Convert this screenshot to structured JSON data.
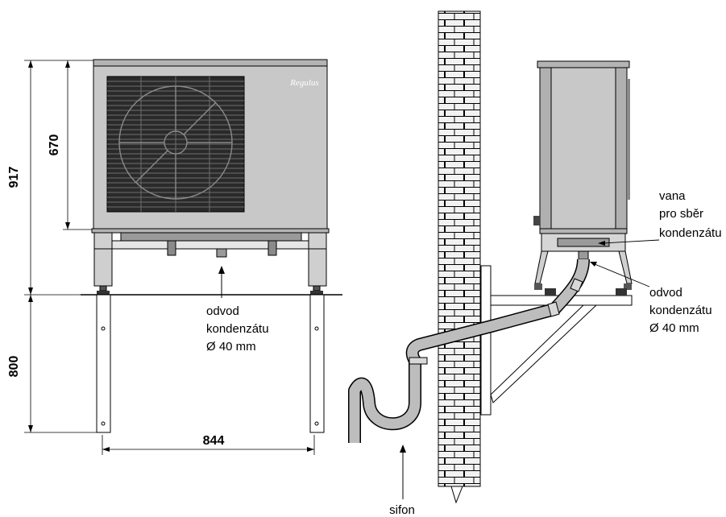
{
  "dimensions": {
    "total_height": "917",
    "unit_height": "670",
    "stand_height": "800",
    "stand_width": "844"
  },
  "front_view": {
    "brand_logo": "Regulus",
    "drain_label": [
      "odvod",
      "kondenzátu",
      "Ø 40 mm"
    ]
  },
  "side_view": {
    "tray_label": [
      "vana",
      "pro sběr",
      "kondenzátu"
    ],
    "drain_label": [
      "odvod",
      "kondenzátu",
      "Ø 40 mm"
    ],
    "siphon_label": "sifon"
  },
  "colors": {
    "casing": "#c8c8c8",
    "casing_dark": "#a8a8a8",
    "grille": "#2a2a2a",
    "outline": "#000000",
    "brick_bg": "#f2f2f2"
  }
}
